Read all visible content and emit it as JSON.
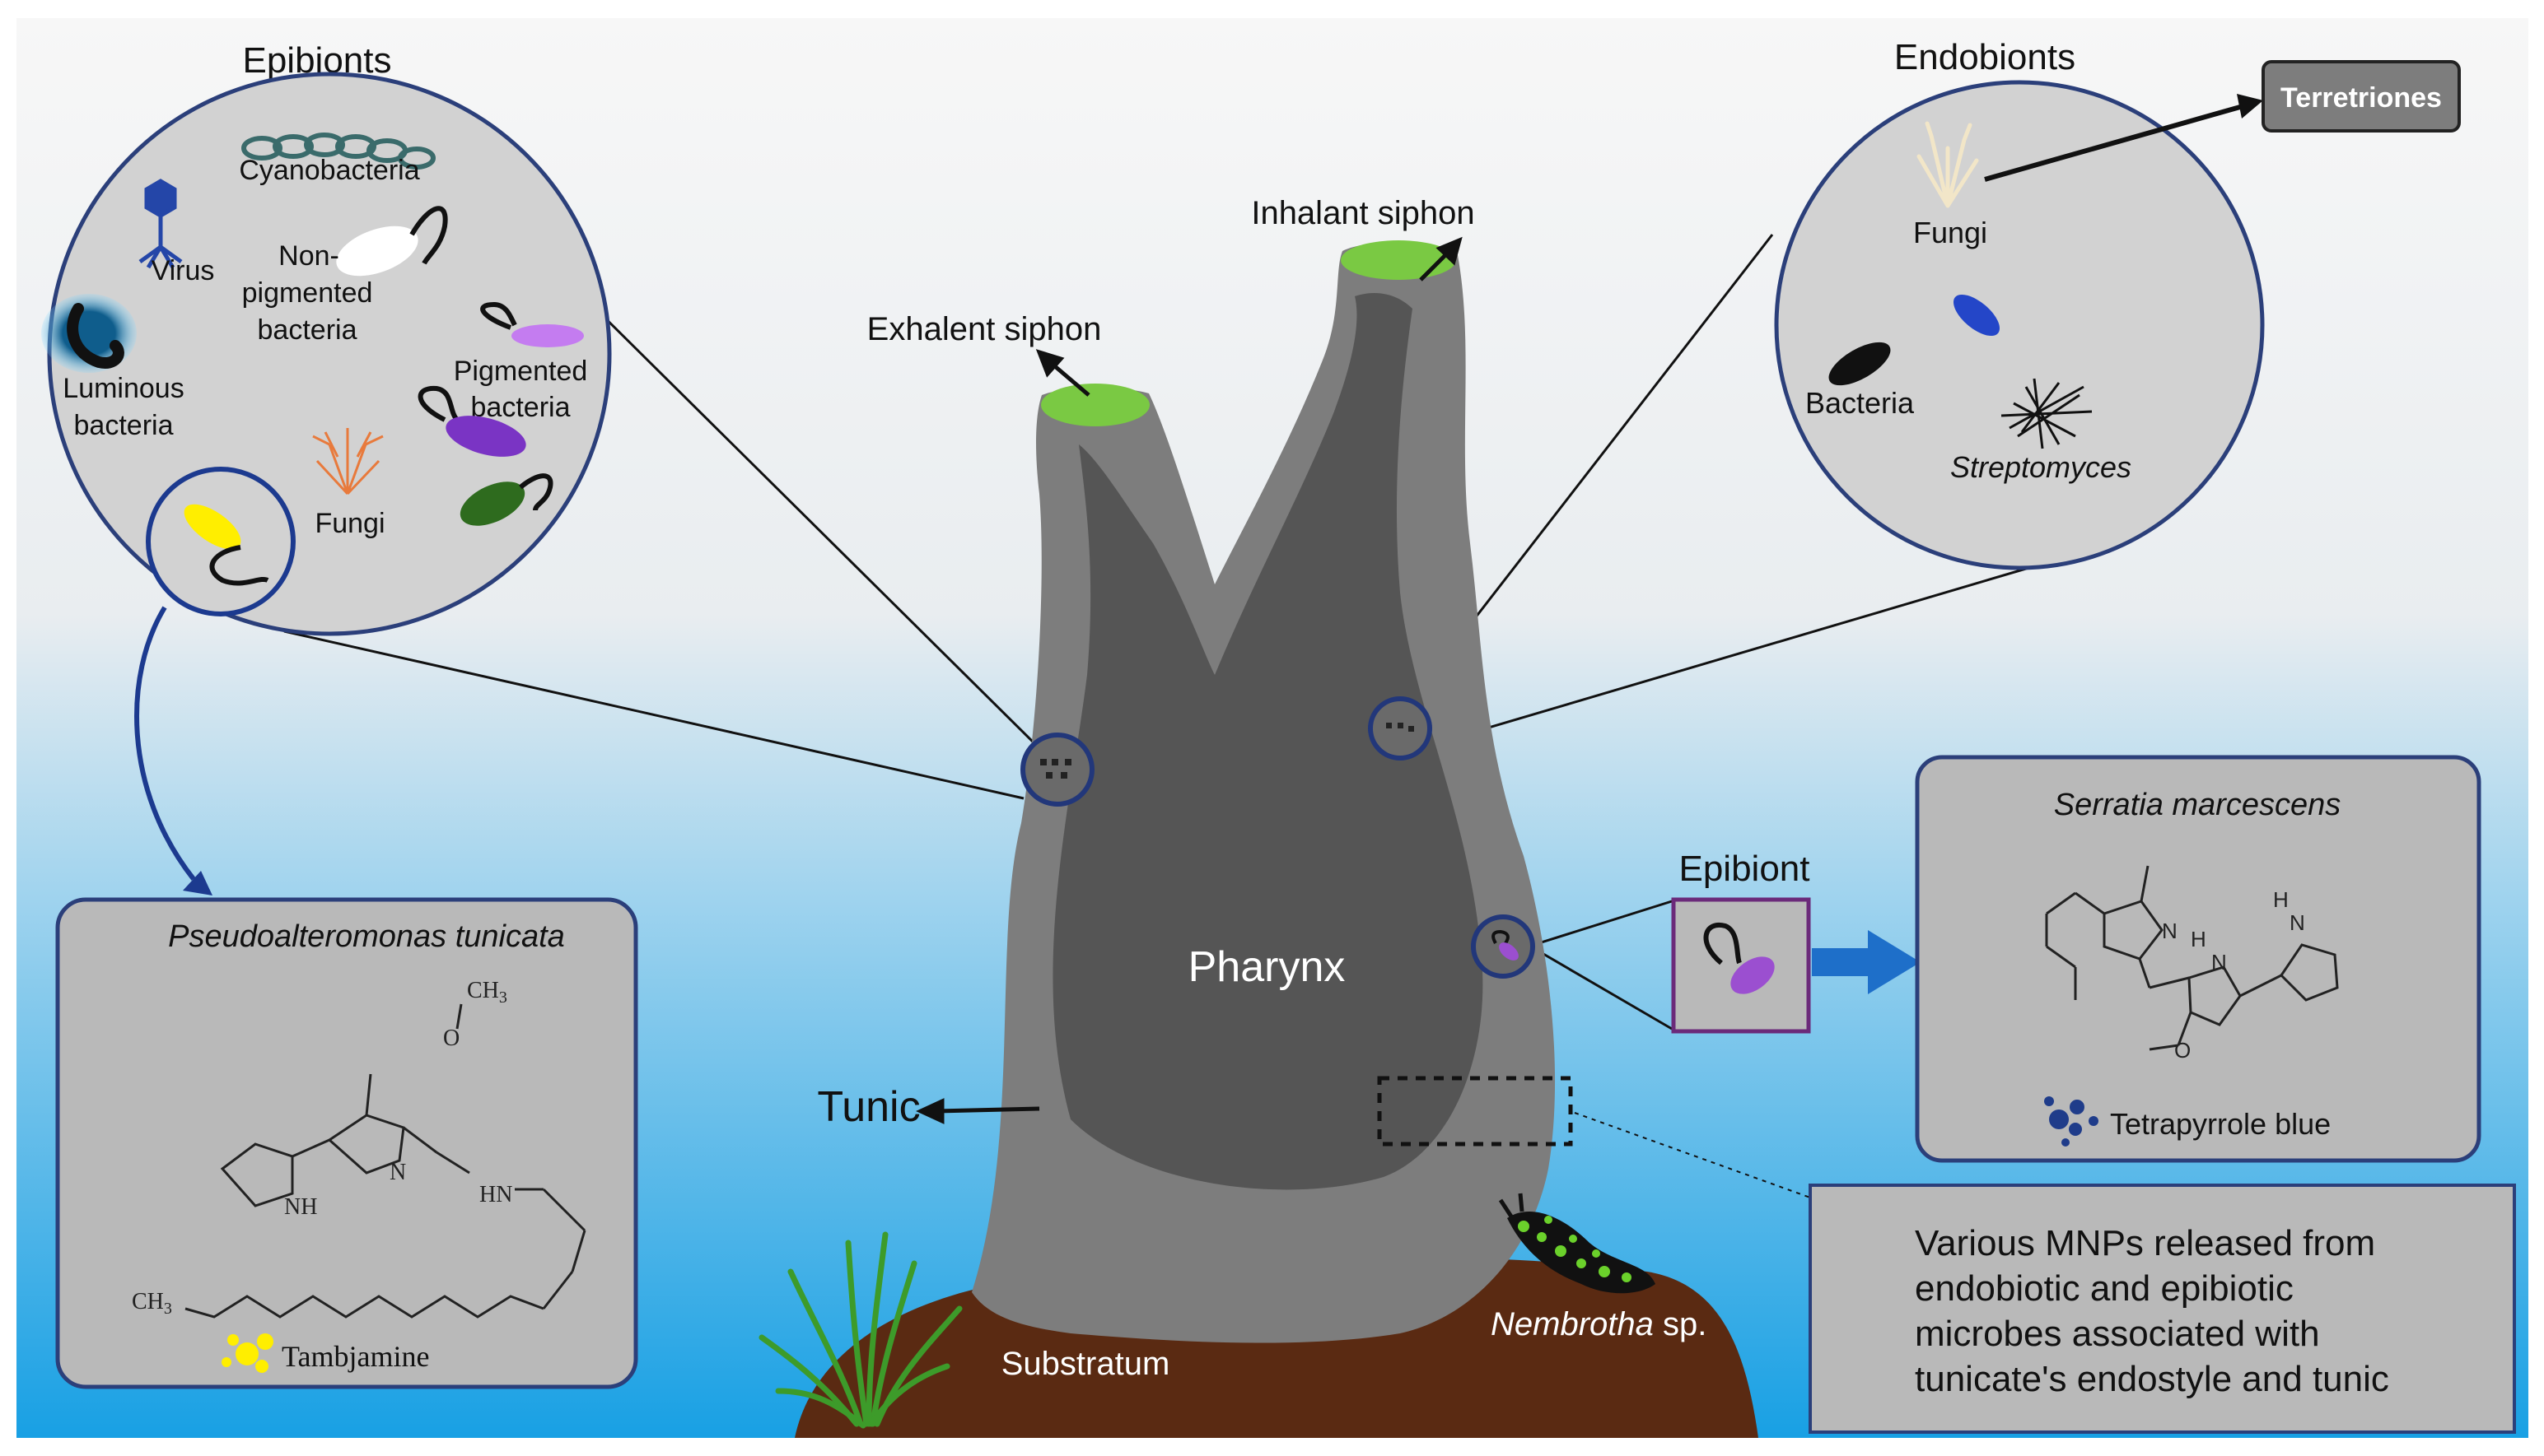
{
  "colors": {
    "bg_top": "#f7f7f7",
    "bg_bottom": "#1aa3e6",
    "tunic": "#7d7d7d",
    "pharynx": "#555555",
    "siphon_tip": "#7ac943",
    "circle_fill": "#d2d2d2",
    "circle_stroke": "#2b3f7a",
    "box_fill": "#b9b9b9",
    "substratum": "#5a2a12",
    "pigment_purple": "#9b4fd0",
    "pigment_yellow": "#ffee00",
    "pigment_green": "#2e6b1e",
    "arrow_blue": "#1e6fc9"
  },
  "epibionts": {
    "title": "Epibionts",
    "cyanobacteria": "Cyanobacteria",
    "virus": "Virus",
    "non_pigmented": [
      "Non-",
      "pigmented",
      "bacteria"
    ],
    "luminous": [
      "Luminous",
      "bacteria"
    ],
    "pigmented": [
      "Pigmented",
      "bacteria"
    ],
    "fungi": "Fungi"
  },
  "endobionts": {
    "title": "Endobionts",
    "fungi": "Fungi",
    "bacteria": "Bacteria",
    "streptomyces": "Streptomyces",
    "terretriones": "Terretriones"
  },
  "tunicate": {
    "exhalent": "Exhalent siphon",
    "inhalant": "Inhalant siphon",
    "pharynx": "Pharynx",
    "tunic": "Tunic",
    "substratum": "Substratum",
    "nembrotha_italic": "Nembrotha",
    "nembrotha_rest": " sp."
  },
  "epibiont_label": "Epibiont",
  "pseudo_box": {
    "title": "Pseudoalteromonas tunicata",
    "ch3_top": "CH",
    "ch3_top_sub": "3",
    "o": "O",
    "n": "N",
    "nh": "NH",
    "hn": "HN",
    "ch3_bottom": "CH",
    "ch3_bottom_sub": "3",
    "compound": "Tambjamine"
  },
  "serratia_box": {
    "title": "Serratia marcescens",
    "n": "N",
    "h1": "H",
    "n1": "N",
    "h2": "H",
    "n2": "N",
    "o": "O",
    "compound": "Tetrapyrrole blue"
  },
  "mnp_box": {
    "lines": [
      "Various MNPs released from",
      "endobiotic and epibiotic",
      "microbes associated with",
      "tunicate's endostyle and tunic"
    ]
  }
}
